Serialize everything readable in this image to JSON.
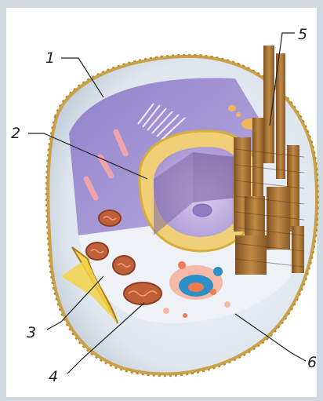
{
  "labels": {
    "l1": "1",
    "l2": "2",
    "l3": "3",
    "l4": "4",
    "l5": "5",
    "l6": "6"
  },
  "colors": {
    "background": "#cfd9df",
    "cell_membrane": "#c9a14a",
    "cytoplasm": "#eef2f6",
    "nuclear_envelope": "#e9c46a",
    "nucleus_interior": "#b9a6d8",
    "golgi": "#9b6a2e",
    "mitochondria": "#c0603a"
  }
}
